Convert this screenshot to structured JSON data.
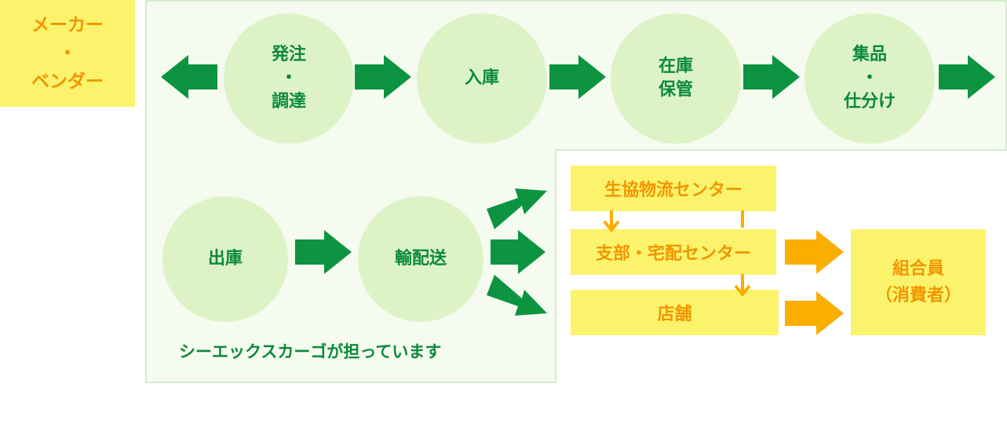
{
  "vendor": {
    "line1": "メーカー",
    "line2": "・",
    "line3": "ベンダー"
  },
  "process_top": [
    {
      "l1": "発注",
      "l2": "・",
      "l3": "調達"
    },
    {
      "l1": "入庫"
    },
    {
      "l1": "在庫",
      "l2": "保管"
    },
    {
      "l1": "集品",
      "l2": "・",
      "l3": "仕分け"
    }
  ],
  "process_bottom": [
    {
      "l1": "出庫"
    },
    {
      "l1": "輸配送"
    }
  ],
  "footer_text": "シーエックスカーゴが担っています",
  "destinations": {
    "coop_center": "生協物流センター",
    "branch_center": "支部・宅配センター",
    "store": "店舗"
  },
  "member": {
    "line1": "組合員",
    "line2": "（消費者）"
  },
  "colors": {
    "green_arrow": "#0c9441",
    "green_text": "#0b8a3a",
    "circle_fill": "#ddf3c6",
    "panel_fill": "#f5fbef",
    "yellow_box": "#fbf36c",
    "orange_text": "#f29600",
    "orange_arrow": "#f9ae00"
  }
}
